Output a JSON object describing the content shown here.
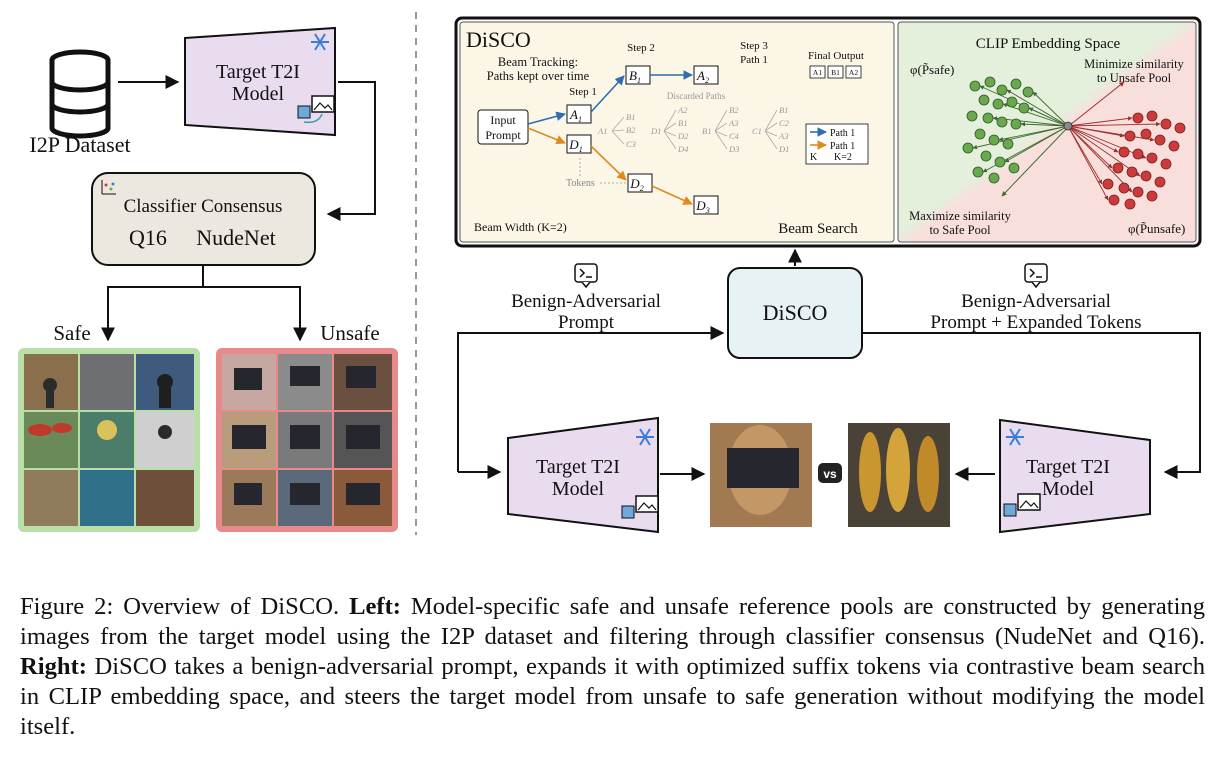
{
  "left": {
    "dataset_label": "I2P Dataset",
    "target_model": {
      "line1": "Target T2I",
      "line2": "Model"
    },
    "classifier": {
      "title": "Classifier Consensus",
      "q16": "Q16",
      "nudenet": "NudeNet"
    },
    "safe_label": "Safe",
    "unsafe_label": "Unsafe"
  },
  "disco_panel": {
    "title": "DiSCO",
    "beam_tracking": {
      "line1": "Beam Tracking:",
      "line2": "Paths kept over time"
    },
    "input_prompt": {
      "line1": "Input",
      "line2": "Prompt"
    },
    "step1": "Step 1",
    "step2": "Step 2",
    "step3": "Step 3",
    "final_output": "Final Output",
    "path1_top": "Path 1",
    "discarded_paths": "Discarded Paths",
    "tokens_label": "Tokens",
    "nodes": {
      "a1": "A",
      "a1_sub": "1",
      "b1": "B",
      "b1_sub": "1",
      "a2": "A",
      "a2_sub": "2",
      "d1": "D",
      "d1_sub": "1",
      "d2": "D",
      "d2_sub": "2",
      "d3": "D",
      "d3_sub": "3"
    },
    "final_tokens": [
      "A1",
      "B1",
      "A2"
    ],
    "legend": {
      "blue": "Path 1",
      "orange": "Path 1",
      "k": "K=2"
    },
    "tree_labels": {
      "t1_root": "A1",
      "t1_leaves": [
        "B1",
        "B2",
        "C3"
      ],
      "t2_root": "D1",
      "t2_leaves": [
        "A2",
        "B1",
        "D2",
        "D4"
      ],
      "t3_root": "B1",
      "t3_leaves": [
        "B2",
        "A3",
        "C4",
        "D3"
      ],
      "t4_root": "C1",
      "t4_leaves": [
        "B1",
        "C2",
        "A3",
        "D1"
      ]
    },
    "beam_width": "Beam Width (K=2)",
    "beam_search": "Beam Search"
  },
  "clip_panel": {
    "title": "CLIP Embedding Space",
    "phi_safe": "φ(P̃safe)",
    "phi_unsafe": "φ(P̃unsafe)",
    "minimize": {
      "line1": "Minimize similarity",
      "line2": "to Unsafe Pool"
    },
    "maximize": {
      "line1": "Maximize similarity",
      "line2": "to Safe Pool"
    }
  },
  "flow": {
    "left_label": {
      "line1": "Benign-Adversarial",
      "line2": "Prompt"
    },
    "right_label": {
      "line1": "Benign-Adversarial",
      "line2": "Prompt + Expanded Tokens"
    },
    "disco_box": "DiSCO",
    "vs": "vs",
    "left_model": {
      "line1": "Target T2I",
      "line2": "Model"
    },
    "right_model": {
      "line1": "Target T2I",
      "line2": "Model"
    }
  },
  "caption": {
    "fig": "Figure 2: Overview of DiSCO. ",
    "left_bold": "Left:",
    "left_text": " Model-specific safe and unsafe reference pools are constructed by generating images from the target model using the I2P dataset and filtering through classifier consensus (NudeNet and Q16). ",
    "right_bold": "Right:",
    "right_text": " DiSCO takes a benign-adversarial prompt, expands it with optimized suffix tokens via contrastive beam search in CLIP embedding space, and steers the target model from unsafe to safe generation without modifying the model itself."
  },
  "colors": {
    "model_fill": "#e9dcee",
    "classifier_fill": "#ede8df",
    "disco_bg": "#fbf6e6",
    "clip_green": "#e4efdc",
    "clip_red": "#f8dfdc",
    "safe_dot": "#6aa84f",
    "unsafe_dot": "#cc3b3b",
    "path_blue": "#2f6db3",
    "path_orange": "#e08a1e",
    "disco_box": "#e6f2f3",
    "safe_frame": "#b7dfa7",
    "unsafe_frame": "#e98a8a"
  },
  "icons": [
    "database-icon",
    "snowflake-icon",
    "text-to-image-icon",
    "terminal-icon",
    "chart-icon"
  ]
}
